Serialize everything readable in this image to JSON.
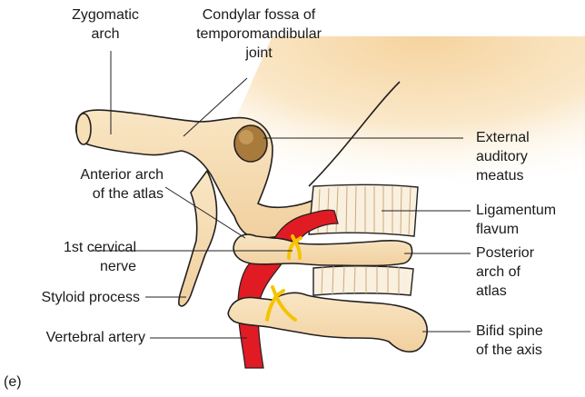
{
  "colors": {
    "bone": "#f7dfb6",
    "bone_shadow": "#eac58f",
    "outline": "#231f20",
    "artery": "#e01b24",
    "nerve": "#f5c400",
    "meatus": "#a87a3c",
    "ligament_stripe": "#c9aa7a"
  },
  "labels": {
    "zygomatic_arch": [
      "Zygomatic",
      "arch"
    ],
    "condylar_fossa": [
      "Condylar fossa of",
      "temporomandibular",
      "joint"
    ],
    "external_auditory_meatus": [
      "External",
      "auditory",
      "meatus"
    ],
    "anterior_arch_atlas": [
      "Anterior arch",
      "of the atlas"
    ],
    "ligamentum_flavum": [
      "Ligamentum",
      "flavum"
    ],
    "first_cervical_nerve": [
      "1st cervical",
      "nerve"
    ],
    "posterior_arch_atlas": [
      "Posterior",
      "arch of",
      "atlas"
    ],
    "styloid_process": [
      "Styloid process"
    ],
    "bifid_spine_axis": [
      "Bifid spine",
      "of the axis"
    ],
    "vertebral_artery": [
      "Vertebral artery"
    ],
    "panel_letter": "(e)"
  }
}
